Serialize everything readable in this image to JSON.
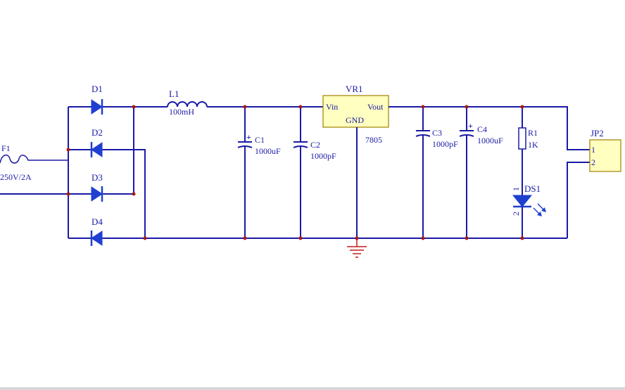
{
  "components": {
    "fuse": {
      "ref": "F1",
      "value": "250V/2A"
    },
    "d1": {
      "ref": "D1"
    },
    "d2": {
      "ref": "D2"
    },
    "d3": {
      "ref": "D3"
    },
    "d4": {
      "ref": "D4"
    },
    "inductor": {
      "ref": "L1",
      "value": "100mH"
    },
    "c1": {
      "ref": "C1",
      "value": "1000uF"
    },
    "c2": {
      "ref": "C2",
      "value": "1000pF"
    },
    "regulator": {
      "ref": "VR1",
      "part": "7805",
      "pin_in": "Vin",
      "pin_out": "Vout",
      "pin_gnd": "GND"
    },
    "c3": {
      "ref": "C3",
      "value": "1000pF"
    },
    "c4": {
      "ref": "C4",
      "value": "1000uF"
    },
    "resistor": {
      "ref": "R1",
      "value": "1K"
    },
    "led": {
      "ref": "DS1",
      "pin1": "1",
      "pin2": "2"
    },
    "connector": {
      "ref": "JP2",
      "pin1": "1",
      "pin2": "2"
    }
  },
  "colors": {
    "wire": "#1a1aa6",
    "junction": "#a61a1a",
    "diode_fill": "#1f3fd0",
    "component_fill": "#ffffc0",
    "component_border": "#a08000",
    "ground": "#c41a1a"
  }
}
